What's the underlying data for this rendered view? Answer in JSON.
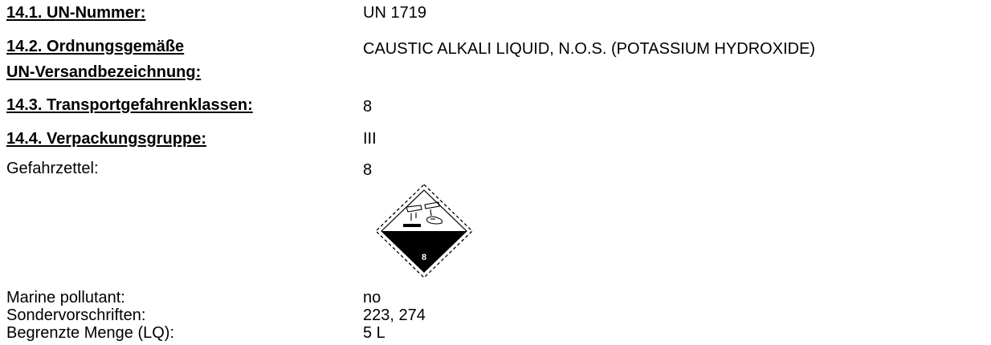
{
  "rows": [
    {
      "label": "14.1. UN-Nummer:",
      "value": "UN 1719"
    },
    {
      "label_line1": "14.2. Ordnungsgemäße",
      "label_line2": "UN-Versandbezeichnung:",
      "value": "CAUSTIC ALKALI LIQUID, N.O.S.  (POTASSIUM HYDROXIDE)"
    },
    {
      "label": "14.3. Transportgefahrenklassen:",
      "value": "8"
    },
    {
      "label": "14.4. Verpackungsgruppe:",
      "value": "III"
    },
    {
      "label": "Gefahrzettel:",
      "value": "8"
    },
    {
      "label": "Marine pollutant:",
      "value": "no"
    },
    {
      "label": "Sondervorschriften:",
      "value": "223, 274"
    },
    {
      "label": "Begrenzte Menge (LQ):",
      "value": "5 L"
    }
  ],
  "pictogram": {
    "name": "corrosive-hazard-label-icon",
    "class_number": "8"
  }
}
